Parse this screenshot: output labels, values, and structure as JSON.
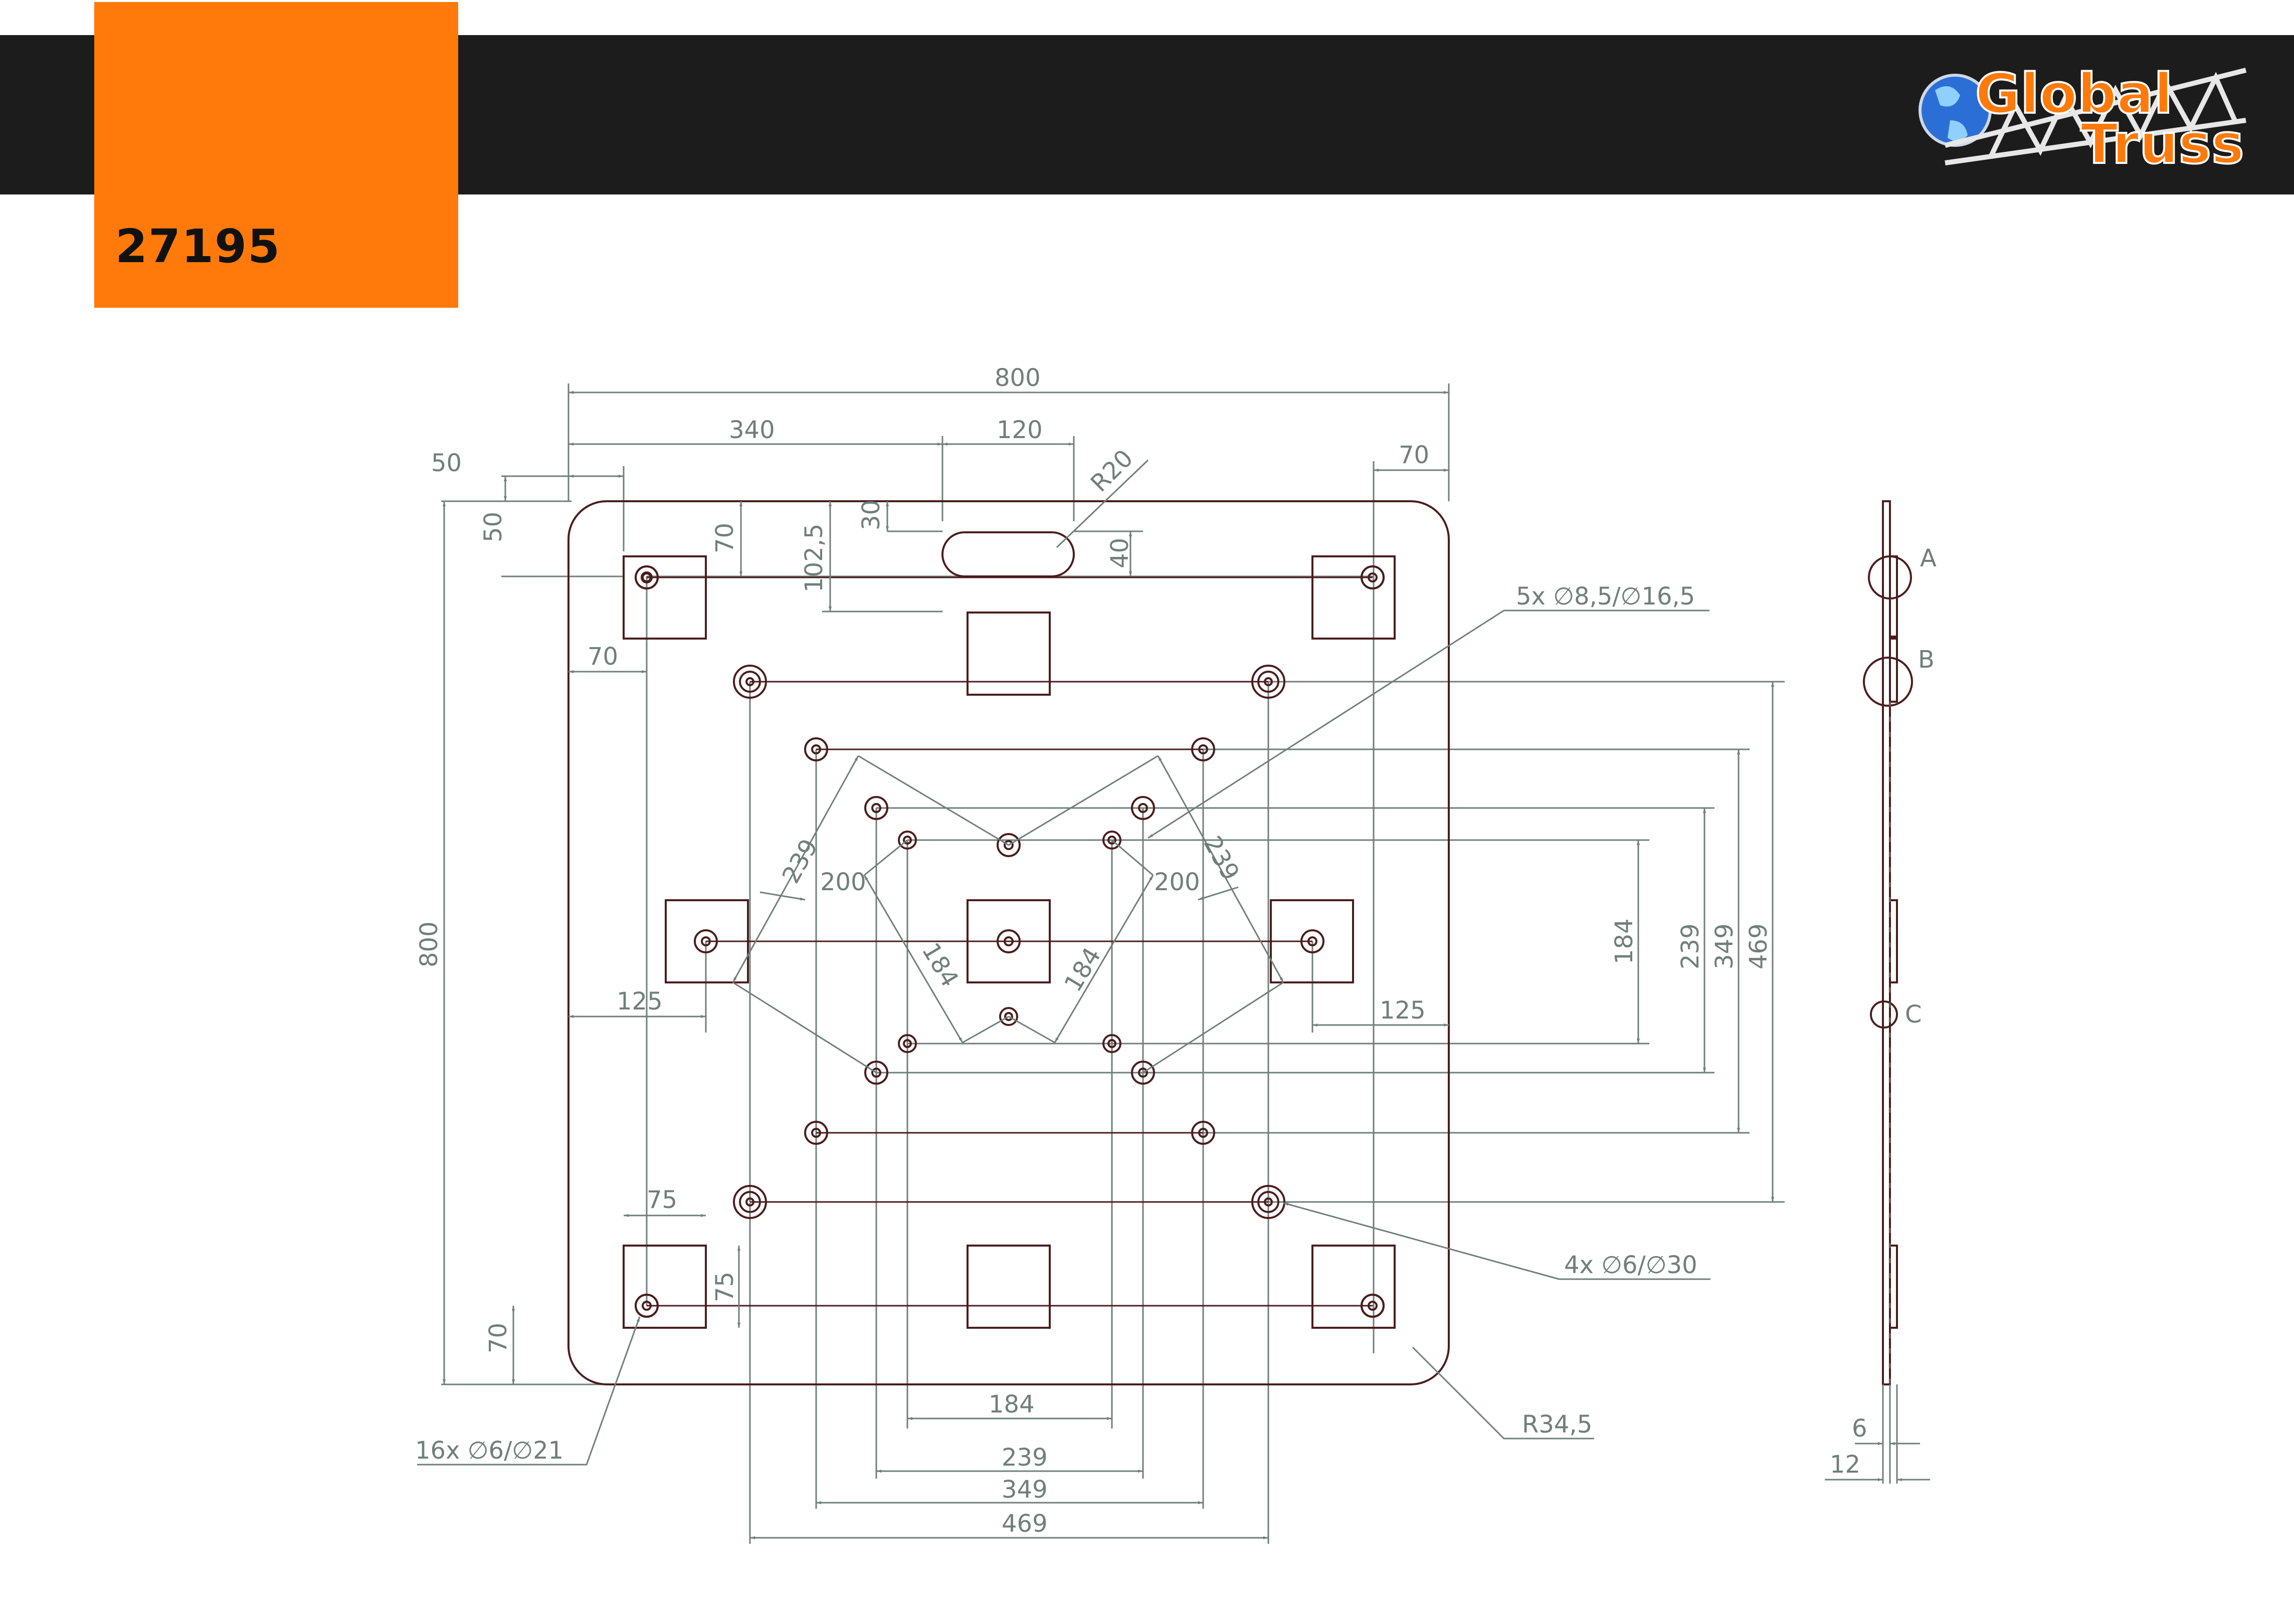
{
  "header": {
    "article_number": "27195",
    "brand_name_top": "Global",
    "brand_name_bottom": "Truss",
    "accent_color": "#ff7a0a",
    "bar_color": "#1c1c1c"
  },
  "dimensions": {
    "overall_width": "800",
    "overall_height": "800",
    "left_offset": "340",
    "handle_width": "120",
    "handle_radius": "R20",
    "right_edge": "70",
    "top_left_h": "50",
    "top_left_v": "50",
    "hole_from_top": "70",
    "square_from_top": "102,5",
    "handle_from_top": "30",
    "handle_height": "40",
    "left_edge": "70",
    "diag_239_left": "239",
    "diag_239_right": "239",
    "dim_200_left": "200",
    "dim_200_right": "200",
    "diag_184_left": "184",
    "diag_184_right": "184",
    "mid_left": "125",
    "mid_right": "125",
    "sq_width": "75",
    "sq_height": "75",
    "bottom_left": "70",
    "v_184": "184",
    "v_239": "239",
    "v_349": "349",
    "v_469": "469",
    "h_184": "184",
    "h_239": "239",
    "h_349": "349",
    "h_469": "469",
    "plate_thickness": "6",
    "total_thickness": "12"
  },
  "callouts": {
    "holes_5x": "5x ∅8,5/∅16,5",
    "holes_4x": "4x ∅6/∅30",
    "holes_16x": "16x ∅6/∅21",
    "corner_radius": "R34,5"
  },
  "detail_labels": {
    "a": "A",
    "b": "B",
    "c": "C"
  }
}
